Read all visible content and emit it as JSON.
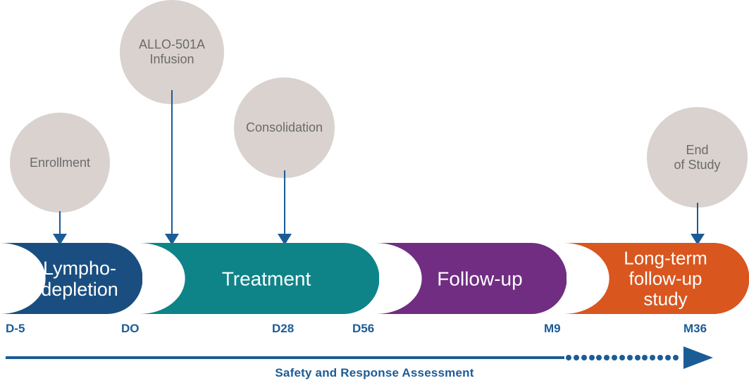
{
  "diagram": {
    "title": "Clinical trial study schema timeline",
    "colors": {
      "lymphodepletion": "#1A4E80",
      "treatment": "#0E8489",
      "followup": "#702D82",
      "longterm": "#D9561F",
      "bubble_fill": "#D9D2CF",
      "bubble_text": "#6B6B6B",
      "accent_blue": "#1C5C96",
      "segment_text": "#FFFFFF",
      "background": "#FFFFFF"
    }
  },
  "bubbles": [
    {
      "id": "enrollment",
      "label": "Enrollment"
    },
    {
      "id": "infusion",
      "label": "ALLO-501A\nInfusion"
    },
    {
      "id": "consolidation",
      "label": "Consolidation"
    },
    {
      "id": "end-of-study",
      "label": "End\nof Study"
    }
  ],
  "phases": [
    {
      "id": "lymphodepletion",
      "label": "Lympho-\ndepletion",
      "color": "#1A4E80"
    },
    {
      "id": "treatment",
      "label": "Treatment",
      "color": "#0E8489"
    },
    {
      "id": "follow-up",
      "label": "Follow-up",
      "color": "#702D82"
    },
    {
      "id": "long-term",
      "label": "Long-term\nfollow-up\nstudy",
      "color": "#D9561F"
    }
  ],
  "timeline": {
    "ticks": [
      {
        "id": "d-5",
        "label": "D-5"
      },
      {
        "id": "d0",
        "label": "DO"
      },
      {
        "id": "d28",
        "label": "D28"
      },
      {
        "id": "d56",
        "label": "D56"
      },
      {
        "id": "m9",
        "label": "M9"
      },
      {
        "id": "m36",
        "label": "M36"
      }
    ],
    "axis_caption": "Safety and Response Assessment"
  }
}
